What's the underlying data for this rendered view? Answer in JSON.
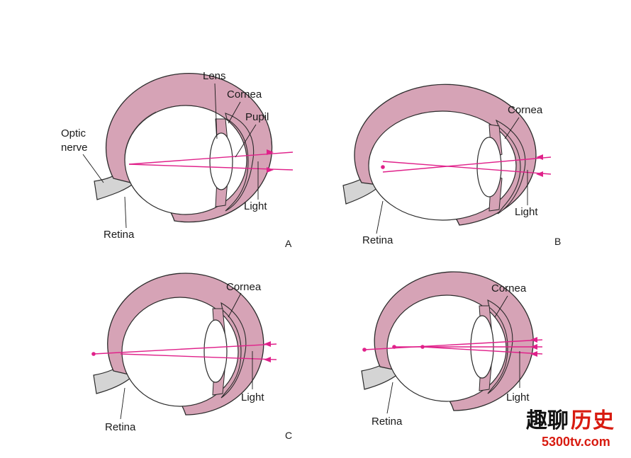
{
  "labels": {
    "lens": "Lens",
    "cornea": "Cornea",
    "pupil": "Pupil",
    "optic": "Optic",
    "nerve": "nerve",
    "retina": "Retina",
    "light": "Light"
  },
  "panels": [
    {
      "letter": "A"
    },
    {
      "letter": "B"
    },
    {
      "letter": "C"
    },
    {
      "letter": ""
    }
  ],
  "watermark": {
    "chars": [
      "趣",
      "聊",
      "历",
      "史"
    ],
    "url": "5300tv.com"
  },
  "colors": {
    "eye_wall": "#d6a3b6",
    "outline": "#2b2b2b",
    "nerve": "#d4d4d4",
    "ray": "#e0218a",
    "watermark_red": "#d81b10",
    "watermark_dark": "#111111"
  }
}
